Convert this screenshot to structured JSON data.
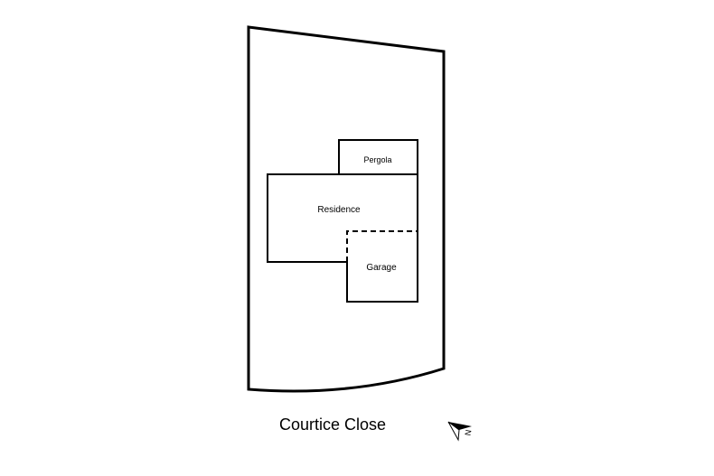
{
  "labels": {
    "pergola": "Pergola",
    "residence": "Residence",
    "garage": "Garage",
    "street": "Courtice Close",
    "north": "N"
  },
  "colors": {
    "line": "#000000",
    "background": "#ffffff"
  },
  "icons": {
    "north_arrow": "north-arrow-icon"
  }
}
